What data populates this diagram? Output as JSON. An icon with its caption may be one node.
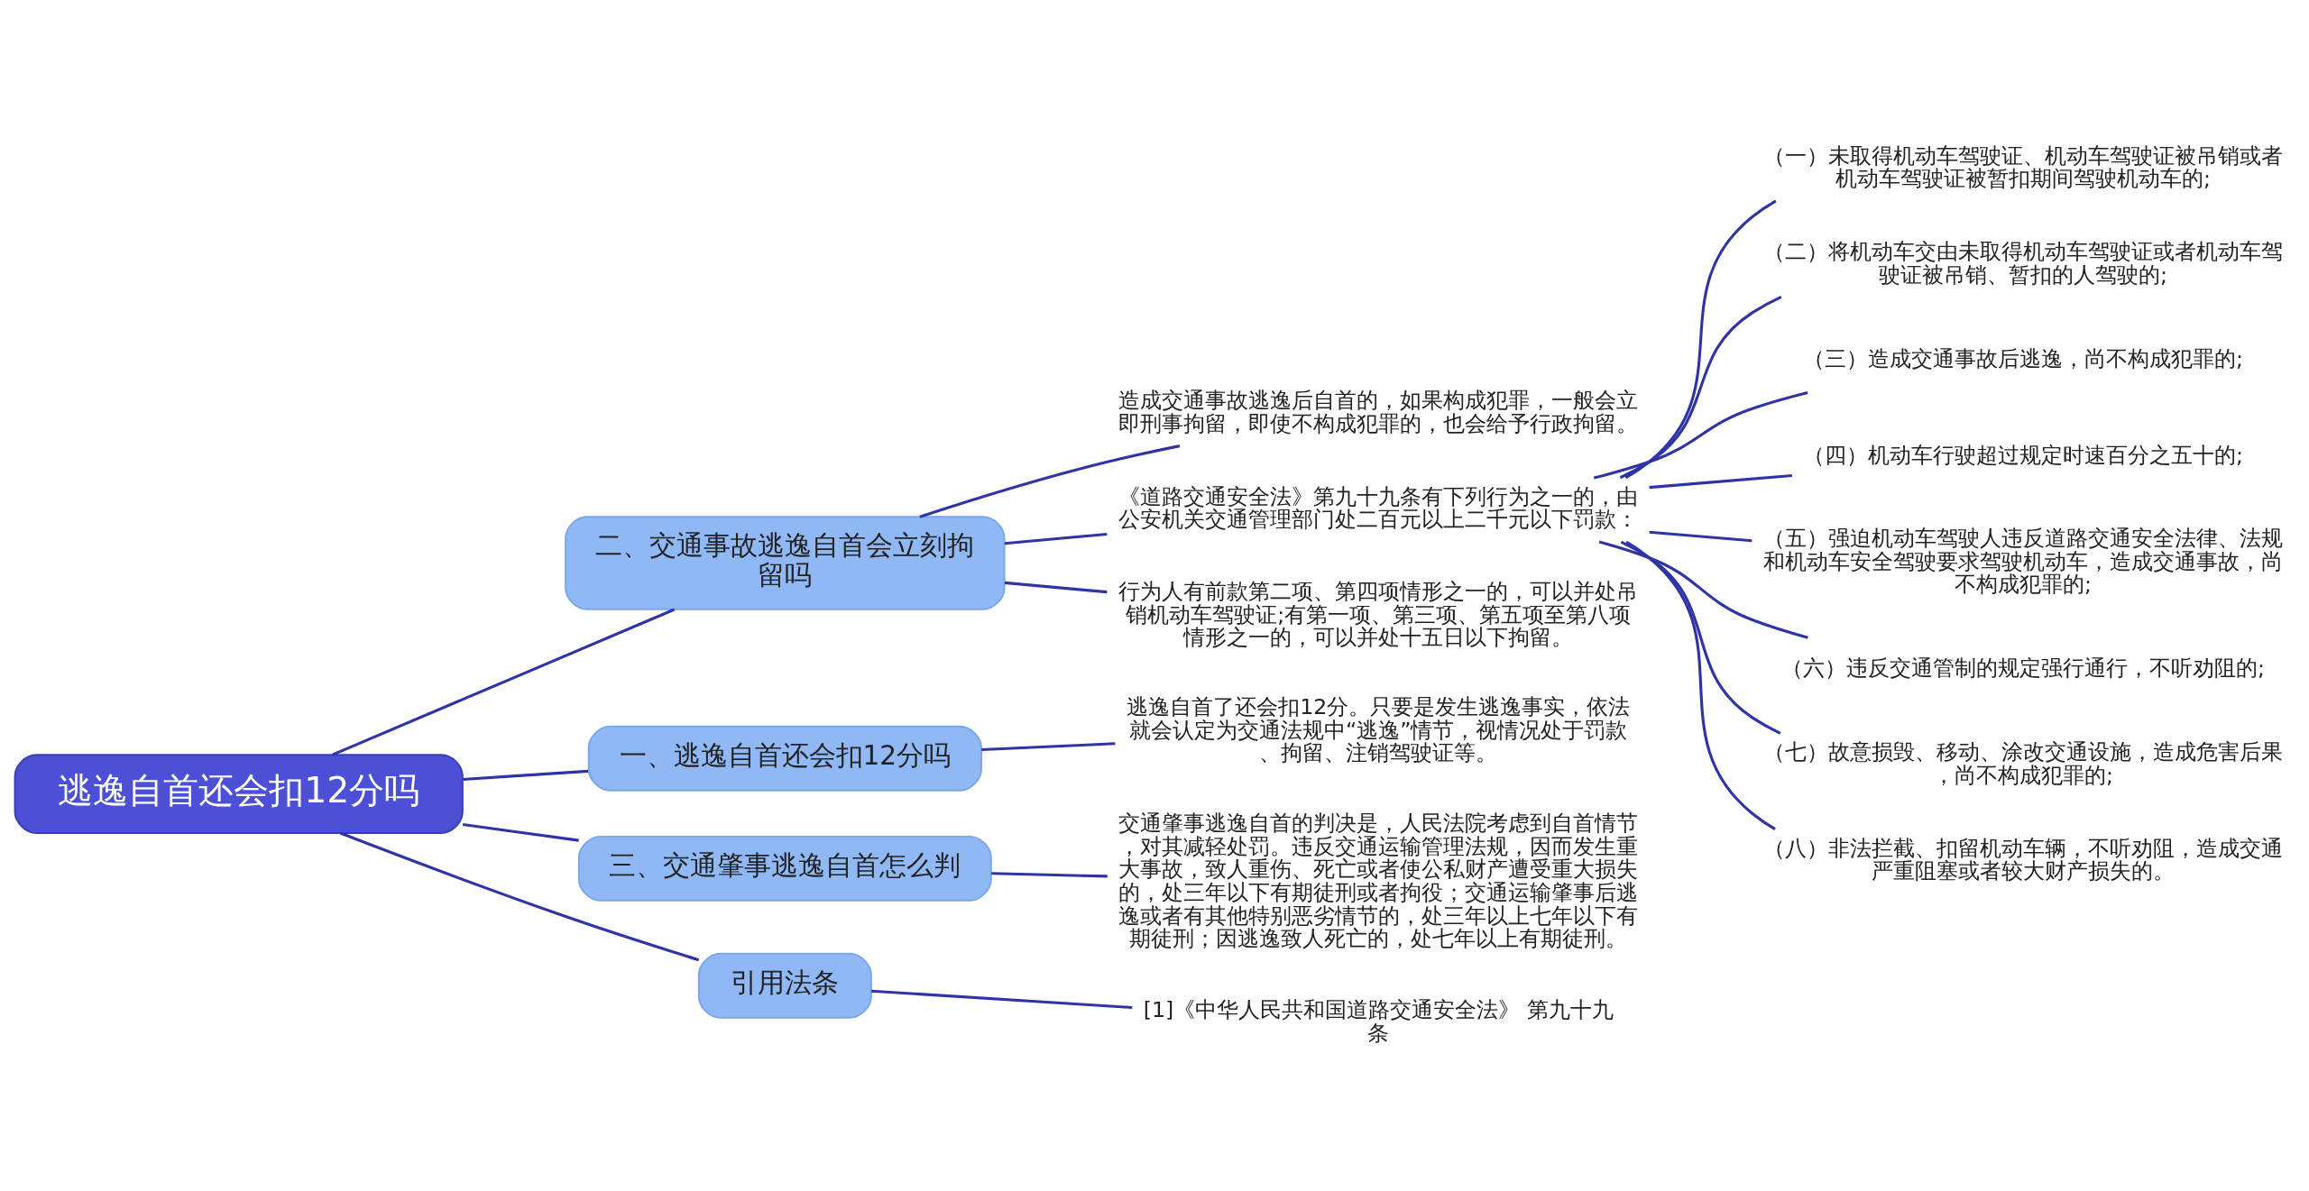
{
  "diagram": {
    "nodes": [
      {
        "text": [
          "逃逸自首还会扣12分吗"
        ]
      },
      {
        "text": [
          "二、交通事故逃逸自首会立刻拘留吗"
        ]
      },
      {
        "text": [
          "造成交通事故逃逸后自首的，如果构成犯罪，一般会立即刑事拘留，即使不构成犯罪的，也会给予行政拘留。"
        ]
      },
      {
        "text": [
          "《道路交通安全法》第九十九条有下列行为之一的，由公安机关交通管理部门处二百元以上二千元以下罚款："
        ]
      },
      {
        "text": [
          "（一）未取得机动车驾驶证、机动车驾驶证被吊销或者机动车驾驶证被暂扣期间驾驶机动车的;"
        ]
      },
      {
        "text": [
          "（二）将机动车交由未取得机动车驾驶证或者机动车驾驶证被吊销、暂扣的人驾驶的;"
        ]
      },
      {
        "text": [
          "（三）造成交通事故后逃逸，尚不构成犯罪的;"
        ]
      },
      {
        "text": [
          "（四）机动车行驶超过规定时速百分之五十的;"
        ]
      },
      {
        "text": [
          "（五）强迫机动车驾驶人违反道路交通安全法律、法规和机动车安全驾驶要求驾驶机动车，造成交通事故，尚不构成犯罪的;"
        ]
      },
      {
        "text": [
          "（六）违反交通管制的规定强行通行，不听劝阻的;"
        ]
      },
      {
        "text": [
          "（七）故意损毁、移动、涂改交通设施，造成危害后果，尚不构成犯罪的;"
        ]
      },
      {
        "text": [
          "（八）非法拦截、扣留机动车辆，不听劝阻，造成交通严重阻塞或者较大财产损失的。"
        ]
      },
      {
        "text": [
          "行为人有前款第二项、第四项情形之一的，可以并处吊销机动车驾驶证;有第一项、第三项、第五项至第八项情形之一的，可以并处十五日以下拘留。"
        ]
      },
      {
        "text": [
          "一、逃逸自首还会扣12分吗"
        ]
      },
      {
        "text": [
          "逃逸自首了还会扣12分。只要是发生逃逸事实，依法就会认定为交通法规中“逃逸”情节，视情况处于罚款、拘留、注销驾驶证等。"
        ]
      },
      {
        "text": [
          "三、交通肇事逃逸自首怎么判"
        ]
      },
      {
        "text": [
          "交通肇事逃逸自首的判决是，人民法院考虑到自首情节，对其减轻处罚。违反交通运输管理法规，因而发生重大事故，致人重伤、死亡或者使公私财产遭受重大损失的，处三年以下有期徒刑或者拘役；交通运输肇事后逃逸或者有其他特别恶劣情节的，处三年以上七年以下有期徒刑；因逃逸致人死亡的，处七年以上有期徒刑。"
        ]
      },
      {
        "text": [
          "引用法条"
        ]
      },
      {
        "text": [
          "[1]《中华人民共和国道路交通安全法》 第九十九条"
        ]
      }
    ],
    "edges": [
      {
        "from": 0,
        "to": 1,
        "arrow": "none"
      },
      {
        "from": 1,
        "to": 2,
        "arrow": "none"
      },
      {
        "from": 1,
        "to": 3,
        "arrow": "none"
      },
      {
        "from": 3,
        "to": 4,
        "arrow": "none"
      },
      {
        "from": 3,
        "to": 5,
        "arrow": "none"
      },
      {
        "from": 3,
        "to": 6,
        "arrow": "none"
      },
      {
        "from": 3,
        "to": 7,
        "arrow": "none"
      },
      {
        "from": 3,
        "to": 8,
        "arrow": "none"
      },
      {
        "from": 3,
        "to": 9,
        "arrow": "none"
      },
      {
        "from": 3,
        "to": 10,
        "arrow": "none"
      },
      {
        "from": 3,
        "to": 11,
        "arrow": "none"
      },
      {
        "from": 1,
        "to": 12,
        "arrow": "none"
      },
      {
        "from": 0,
        "to": 13,
        "arrow": "none"
      },
      {
        "from": 13,
        "to": 14,
        "arrow": "none"
      },
      {
        "from": 0,
        "to": 15,
        "arrow": "none"
      },
      {
        "from": 15,
        "to": 16,
        "arrow": "none"
      },
      {
        "from": 0,
        "to": 17,
        "arrow": "none"
      },
      {
        "from": 17,
        "to": 18,
        "arrow": "none"
      }
    ]
  }
}
